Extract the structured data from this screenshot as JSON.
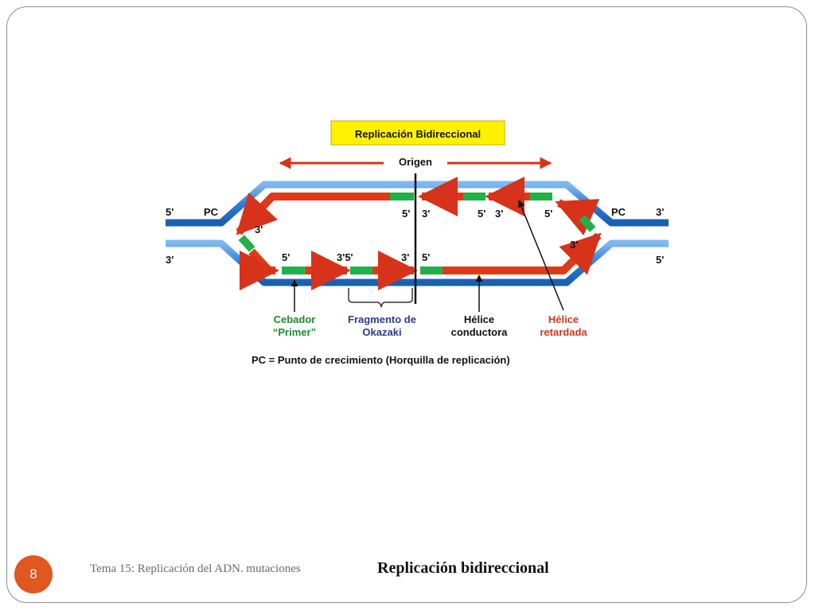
{
  "slide": {
    "page_number": "8",
    "footer_left": "Tema 15: Replicación del ADN. mutaciones",
    "footer_title": "Replicación bidireccional"
  },
  "diagram": {
    "title": "Replicación Bidireccional",
    "origin_label": "Origen",
    "fork_label_left": "PC",
    "fork_label_right": "PC",
    "end_labels": {
      "top_left": "5'",
      "bottom_left": "3'",
      "top_right": "3'",
      "bottom_right": "5'"
    },
    "strand_labels": {
      "top_origin_5": "5'",
      "top_origin_3": "3'",
      "top_mid_5": "5'",
      "top_mid_3": "3'",
      "top_right_5": "5'",
      "left_top_3": "3'",
      "bottom_left_5": "5'",
      "bottom_mid_3": "3'5'",
      "bottom_origin_3": "3'",
      "bottom_origin_5": "5'",
      "right_bottom_3": "3'"
    },
    "legend": {
      "primer": [
        "Cebador",
        "“Primer”"
      ],
      "okazaki": [
        "Fragmento de",
        "Okazaki"
      ],
      "leading": [
        "Hélice",
        "conductora"
      ],
      "lagging": [
        "Hélice",
        "retardada"
      ]
    },
    "caption": "PC = Punto de crecimiento (Horquilla de replicación)",
    "colors": {
      "parent_strand": "#2f7fd6",
      "new_strand": "#dd3a17",
      "primer": "#22b04a",
      "title_box": "#fff200",
      "badge": "#e0571f"
    }
  }
}
